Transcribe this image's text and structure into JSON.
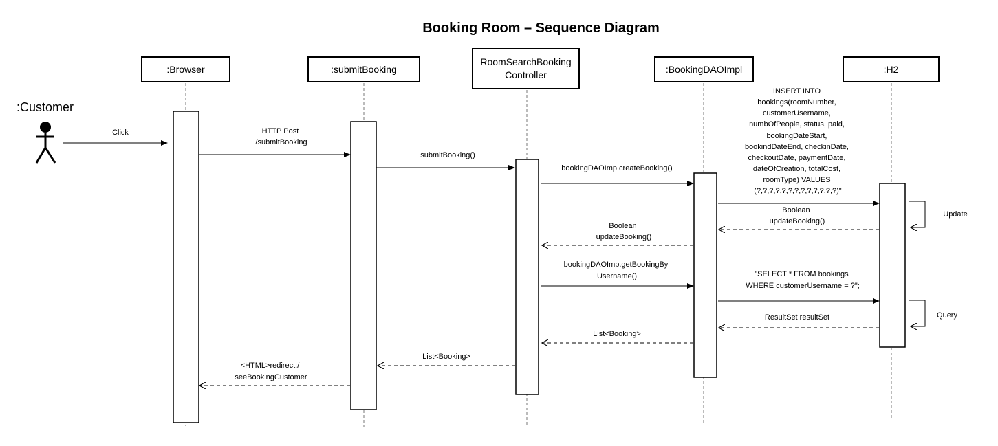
{
  "title": "Booking Room – Sequence Diagram",
  "actor": {
    "label": ":Customer"
  },
  "participants": [
    {
      "id": "browser",
      "label": ":Browser"
    },
    {
      "id": "submit",
      "label": ":submitBooking"
    },
    {
      "id": "controller",
      "label_line1": "RoomSearchBooking",
      "label_line2": "Controller"
    },
    {
      "id": "dao",
      "label": ":BookingDAOImpl"
    },
    {
      "id": "h2",
      "label": ":H2"
    }
  ],
  "messages": {
    "click": {
      "text": "Click"
    },
    "http_post": {
      "lines": [
        "HTTP Post",
        "/submitBooking"
      ]
    },
    "submit_booking": {
      "text": "submitBooking()"
    },
    "create_booking": {
      "text": "bookingDAOImp.createBooking()"
    },
    "insert_sql": {
      "lines": [
        "INSERT INTO",
        "bookings(roomNumber,",
        "customerUsername,",
        "numbOfPeople, status, paid,",
        "bookingDateStart,",
        "bookindDateEnd, checkinDate,",
        "checkoutDate, paymentDate,",
        "dateOfCreation, totalCost,",
        "roomType) VALUES",
        "(?,?,?,?,?,?,?,?,?,?,?,?,?)\""
      ]
    },
    "update_self": {
      "text": "Update"
    },
    "return_boolean_h2": {
      "lines": [
        "Boolean",
        "updateBooking()"
      ]
    },
    "return_boolean_dao": {
      "lines": [
        "Boolean",
        "updateBooking()"
      ]
    },
    "get_booking": {
      "lines": [
        "bookingDAOImp.getBookingBy",
        "Username()"
      ]
    },
    "select_sql": {
      "lines": [
        "\"SELECT  * FROM bookings",
        "WHERE customerUsername = ?\";"
      ]
    },
    "query_self": {
      "text": "Query"
    },
    "resultset": {
      "text": "ResultSet resultSet"
    },
    "list_booking_dao": {
      "text": "List<Booking>"
    },
    "list_booking_ctrl": {
      "text": "List<Booking>"
    },
    "redirect": {
      "lines": [
        "<HTML>redirect:/",
        "seeBookingCustomer"
      ]
    }
  }
}
